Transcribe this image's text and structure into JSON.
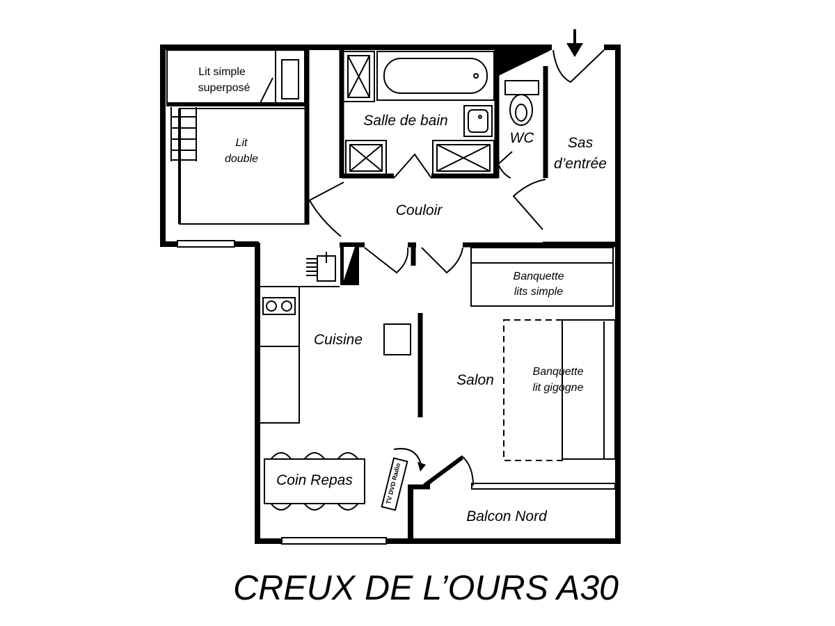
{
  "plan": {
    "title": "CREUX DE L’OURS A30",
    "rooms": {
      "lit_simple_1": "Lit simple",
      "lit_simple_2": "superposé",
      "lit_double_1": "Lit",
      "lit_double_2": "double",
      "salle_de_bain": "Salle de bain",
      "wc": "WC",
      "sas_1": "Sas",
      "sas_2": "d’entrée",
      "couloir": "Couloir",
      "banquette_simple_1": "Banquette",
      "banquette_simple_2": "lits simple",
      "cuisine": "Cuisine",
      "salon": "Salon",
      "banquette_gigogne_1": "Banquette",
      "banquette_gigogne_2": "lit gigogne",
      "coin_repas": "Coin Repas",
      "balcon": "Balcon Nord",
      "tv": "TV DVD Radio"
    },
    "colors": {
      "wall": "#000000",
      "background": "#ffffff",
      "fixture": "#000000"
    }
  }
}
